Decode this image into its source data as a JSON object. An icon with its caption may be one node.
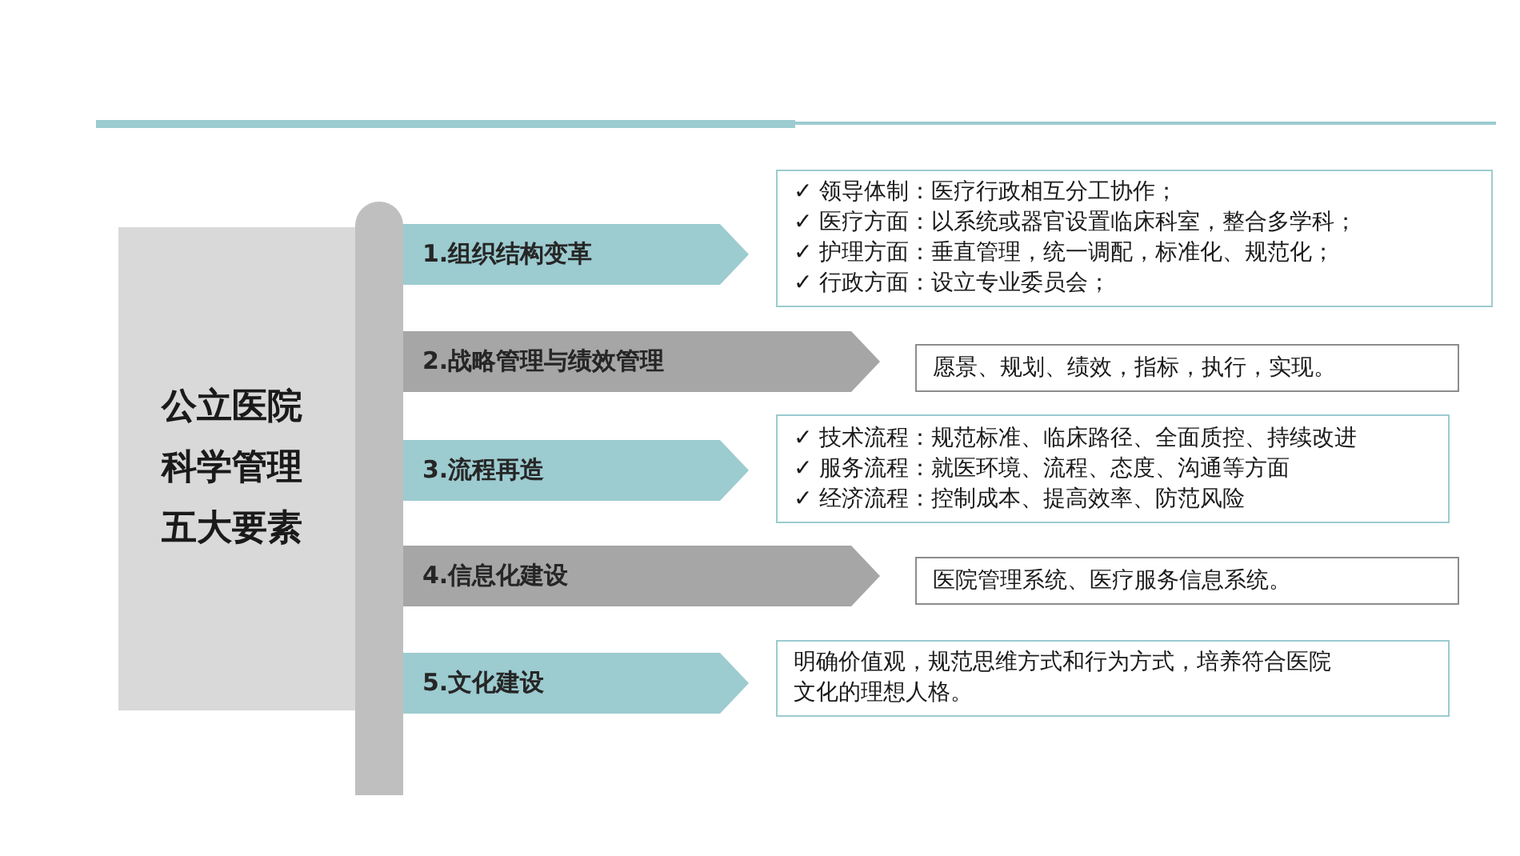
{
  "diagram": {
    "nodes": [
      {
        "text": [
          "公立医院科学管理五大要素"
        ]
      },
      {
        "text": [
          "1.组织结构变革"
        ]
      },
      {
        "text": [
          "✓ 领导体制：医疗行政相互分工协作；",
          "✓ 医疗方面：以系统或器官设置临床科室，整合多学科；",
          "✓ 护理方面：垂直管理，统一调配，标准化、规范化；",
          "✓ 行政方面：设立专业委员会；"
        ]
      },
      {
        "text": [
          "2.战略管理与绩效管理"
        ]
      },
      {
        "text": [
          "愿景、规划、绩效，指标，执行，实现。"
        ]
      },
      {
        "text": [
          "3.流程再造"
        ]
      },
      {
        "text": [
          "✓ 技术流程：规范标准、临床路径、全面质控、持续改进",
          "✓ 服务流程：就医环境、流程、态度、沟通等方面",
          "✓ 经济流程：控制成本、提高效率、防范风险"
        ]
      },
      {
        "text": [
          "4.信息化建设"
        ]
      },
      {
        "text": [
          "医院管理系统、医疗服务信息系统。"
        ]
      },
      {
        "text": [
          "5.文化建设"
        ]
      },
      {
        "text": [
          "明确价值观，规范思维方式和行为方式，培养符合医院文化的理想人格。"
        ]
      },
      {
        "text": [],
        "shape": "bar"
      }
    ]
  }
}
